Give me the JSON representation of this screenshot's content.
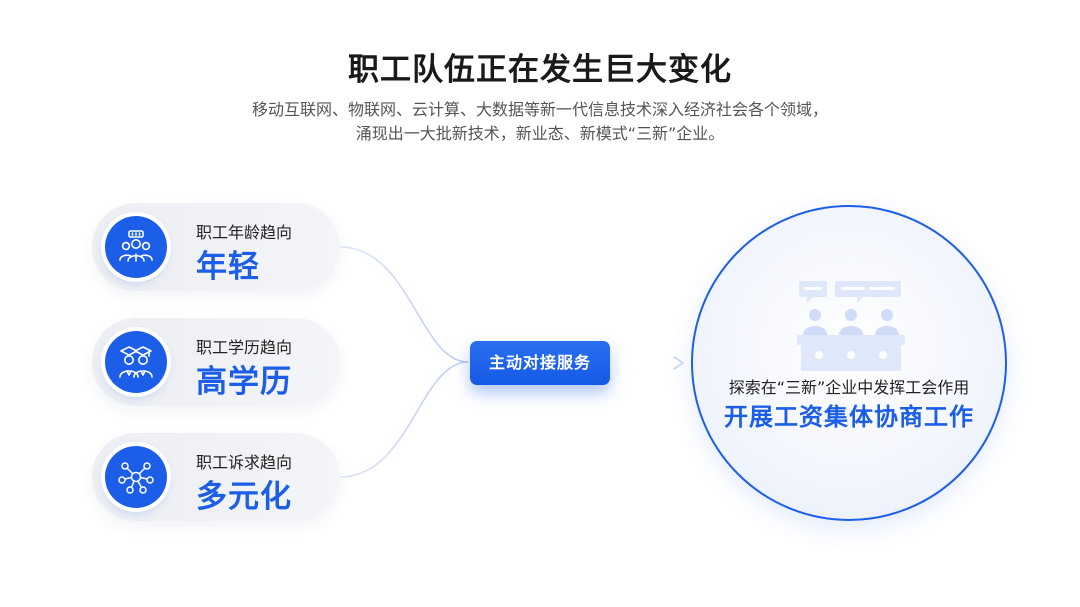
{
  "title": "职工队伍正在发生巨大变化",
  "subtitle": {
    "line1": "移动互联网、物联网、云计算、大数据等新一代信息技术深入经济社会各个领域，",
    "line2": "涌现出一大批新技术，新业态、新模式“三新”企业。"
  },
  "trends": [
    {
      "label": "职工年龄趋向",
      "value": "年轻",
      "icon": "workers-group-icon"
    },
    {
      "label": "职工学历趋向",
      "value": "高学历",
      "icon": "graduates-icon"
    },
    {
      "label": "职工诉求趋向",
      "value": "多元化",
      "icon": "network-people-icon"
    }
  ],
  "center": {
    "button_label": "主动对接服务"
  },
  "outcome": {
    "line1": "探索在“三新”企业中发挥工会作用",
    "line2": "开展工资集体协商工作",
    "icon": "meeting-icon"
  },
  "colors": {
    "accent": "#1c5ee8",
    "text": "#1a1a1a",
    "muted": "#555555",
    "pill_bg": "#eceef3",
    "connector": "#c9d6f5"
  }
}
